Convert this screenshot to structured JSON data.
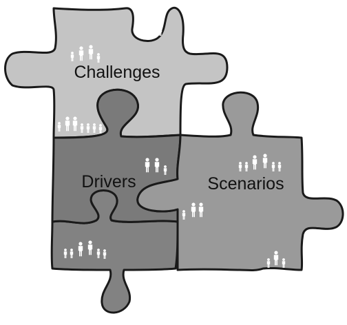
{
  "pieces": {
    "challenges": {
      "label": "Challenges",
      "color": "#c4c4c4"
    },
    "drivers": {
      "label": "Drivers",
      "color": "#7a7a7a"
    },
    "scenarios": {
      "label": "Scenarios",
      "color": "#9a9a9a"
    },
    "bottom_left": {
      "label": "",
      "color": "#828282"
    }
  },
  "icons": {
    "person": "person-icon",
    "family": "family-group-icon"
  }
}
